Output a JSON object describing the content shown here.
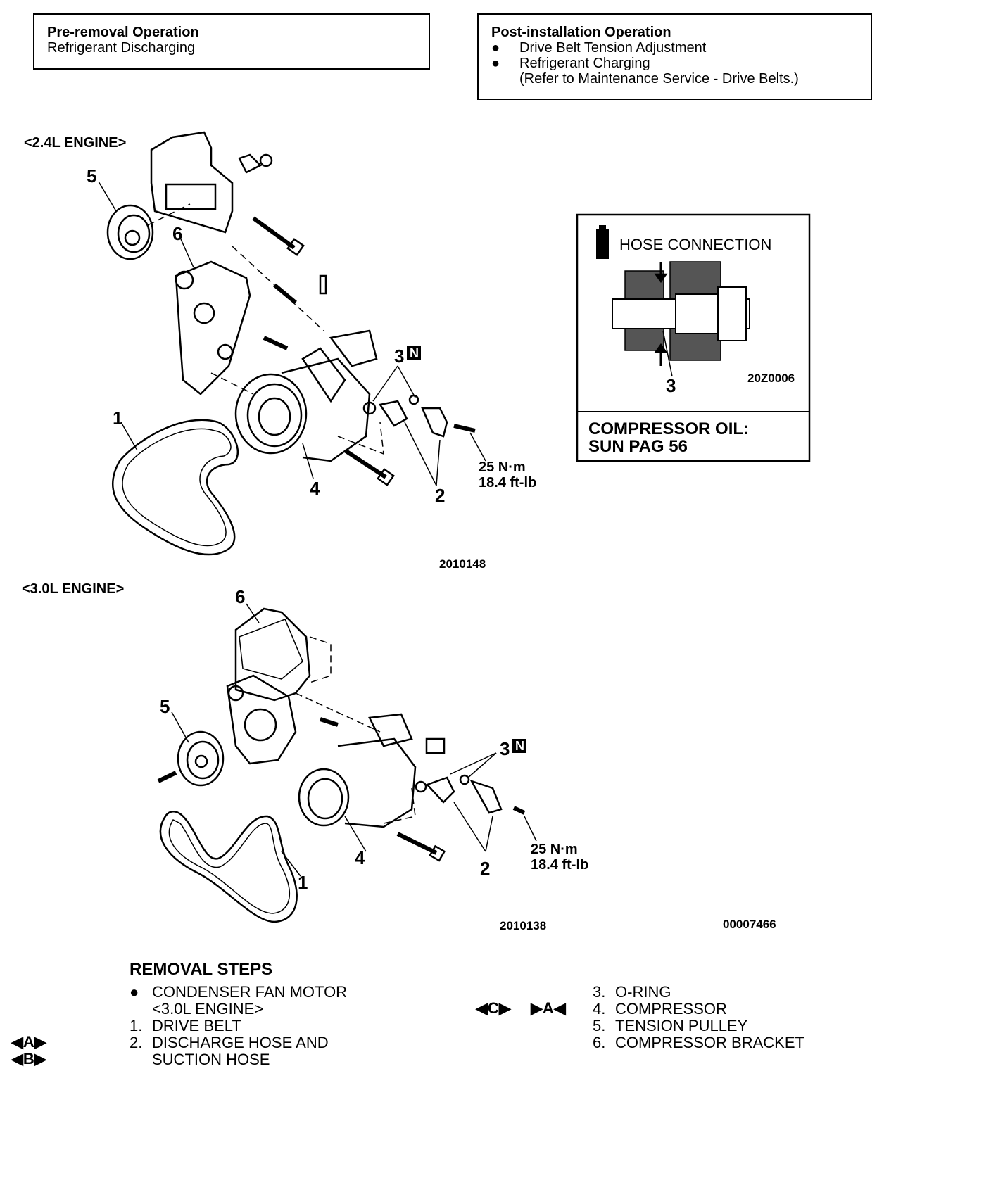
{
  "pre_removal": {
    "title": "Pre-removal Operation",
    "item": "Refrigerant Discharging"
  },
  "post_installation": {
    "title": "Post-installation Operation",
    "items": [
      "Drive Belt Tension Adjustment",
      "Refrigerant Charging"
    ],
    "note": "(Refer to Maintenance Service - Drive Belts.)"
  },
  "diagram_24": {
    "heading": "<2.4L ENGINE>",
    "code": "2010148",
    "callouts": [
      "1",
      "2",
      "3",
      "4",
      "5",
      "6"
    ],
    "n_mark": "N",
    "torque_nm": "25 N·m",
    "torque_ftlb": "18.4 ft-lb"
  },
  "diagram_30": {
    "heading": "<3.0L ENGINE>",
    "code": "2010138",
    "doc_number": "00007466",
    "callouts": [
      "1",
      "2",
      "3",
      "4",
      "5",
      "6"
    ],
    "n_mark": "N",
    "torque_nm": "25 N·m",
    "torque_ftlb": "18.4 ft-lb"
  },
  "hose_connection": {
    "title": "HOSE CONNECTION",
    "callout": "3",
    "code": "20Z0006",
    "oil_line1": "COMPRESSOR OIL:",
    "oil_line2": "SUN PAG 56"
  },
  "removal_steps": {
    "title": "REMOVAL STEPS",
    "left": [
      {
        "num": "●",
        "text": "CONDENSER FAN MOTOR"
      },
      {
        "num": "",
        "text": "<3.0L ENGINE>"
      },
      {
        "num": "1.",
        "text": "DRIVE BELT"
      },
      {
        "num": "2.",
        "text": "DISCHARGE HOSE AND"
      },
      {
        "num": "",
        "text": "SUCTION HOSE"
      }
    ],
    "right": [
      {
        "num": "3.",
        "text": "O-RING"
      },
      {
        "num": "4.",
        "text": "COMPRESSOR"
      },
      {
        "num": "5.",
        "text": "TENSION PULLEY"
      },
      {
        "num": "6.",
        "text": "COMPRESSOR BRACKET"
      }
    ],
    "markers_left": [
      "A",
      "B"
    ],
    "markers_right": [
      "C",
      "A"
    ]
  }
}
